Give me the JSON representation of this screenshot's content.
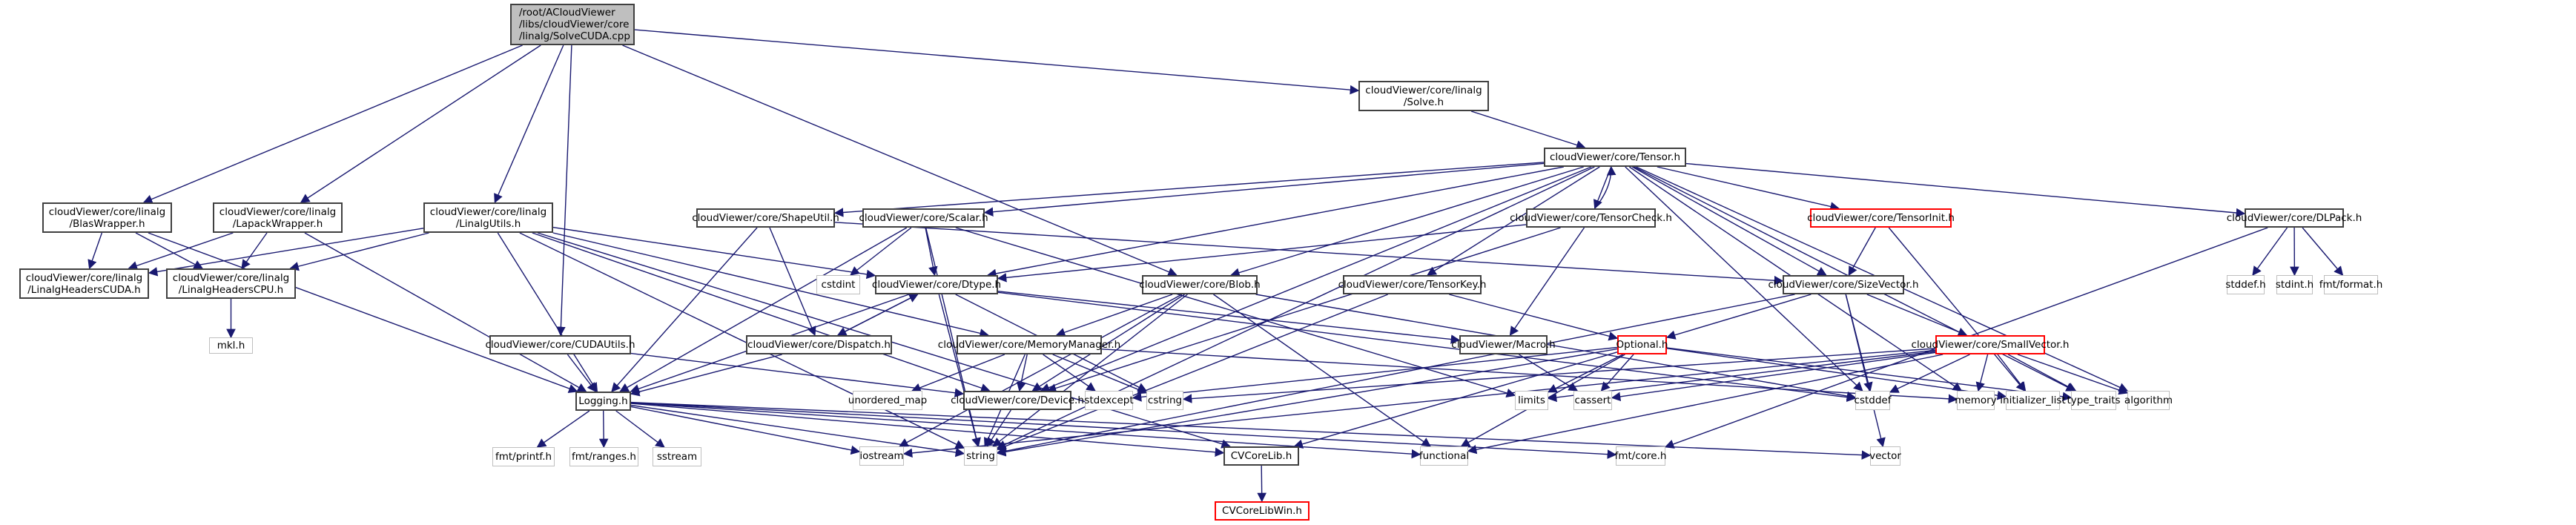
{
  "title": "Include dependency graph for SolveCUDA.cpp",
  "colors": {
    "edge": "#191970",
    "root_fill": "#bfbfbf",
    "node_border": "#404040",
    "external_border": "#bfbfbf",
    "truncated_border": "#ff0000"
  },
  "nodes": [
    {
      "id": "root",
      "label": "/root/ACloudViewer\n/libs/cloudViewer/core\n/linalg/SolveCUDA.cpp",
      "kind": "root"
    },
    {
      "id": "solve",
      "label": "cloudViewer/core/linalg\n/Solve.h",
      "kind": "normal"
    },
    {
      "id": "tensor",
      "label": "cloudViewer/core/Tensor.h",
      "kind": "normal"
    },
    {
      "id": "blas",
      "label": "cloudViewer/core/linalg\n/BlasWrapper.h",
      "kind": "normal"
    },
    {
      "id": "lapack",
      "label": "cloudViewer/core/linalg\n/LapackWrapper.h",
      "kind": "normal"
    },
    {
      "id": "linalgutils",
      "label": "cloudViewer/core/linalg\n/LinalgUtils.h",
      "kind": "normal"
    },
    {
      "id": "cuda",
      "label": "cloudViewer/core/linalg\n/LinalgHeadersCUDA.h",
      "kind": "normal"
    },
    {
      "id": "cpu",
      "label": "cloudViewer/core/linalg\n/LinalgHeadersCPU.h",
      "kind": "normal"
    },
    {
      "id": "mkl",
      "label": "mkl.h",
      "kind": "external"
    },
    {
      "id": "shapeutil",
      "label": "cloudViewer/core/ShapeUtil.h",
      "kind": "normal"
    },
    {
      "id": "scalar",
      "label": "cloudViewer/core/Scalar.h",
      "kind": "normal"
    },
    {
      "id": "tensorcheck",
      "label": "cloudViewer/core/TensorCheck.h",
      "kind": "normal"
    },
    {
      "id": "tensorinit",
      "label": "cloudViewer/core/TensorInit.h",
      "kind": "truncated"
    },
    {
      "id": "dlpack",
      "label": "cloudViewer/core/DLPack.h",
      "kind": "normal"
    },
    {
      "id": "cstdint",
      "label": "cstdint",
      "kind": "external"
    },
    {
      "id": "dtype",
      "label": "cloudViewer/core/Dtype.h",
      "kind": "normal"
    },
    {
      "id": "blob",
      "label": "cloudViewer/core/Blob.h",
      "kind": "normal"
    },
    {
      "id": "tensorkey",
      "label": "cloudViewer/core/TensorKey.h",
      "kind": "normal"
    },
    {
      "id": "sizevector",
      "label": "cloudViewer/core/SizeVector.h",
      "kind": "normal"
    },
    {
      "id": "stddef",
      "label": "stddef.h",
      "kind": "external"
    },
    {
      "id": "stdint",
      "label": "stdint.h",
      "kind": "external"
    },
    {
      "id": "fmtformat",
      "label": "fmt/format.h",
      "kind": "external"
    },
    {
      "id": "cudautils",
      "label": "cloudViewer/core/CUDAUtils.h",
      "kind": "normal"
    },
    {
      "id": "dispatch",
      "label": "cloudViewer/core/Dispatch.h",
      "kind": "normal"
    },
    {
      "id": "memmgr",
      "label": "cloudViewer/core/MemoryManager.h",
      "kind": "normal"
    },
    {
      "id": "macro",
      "label": "cloudViewer/Macro.h",
      "kind": "normal"
    },
    {
      "id": "optional",
      "label": "Optional.h",
      "kind": "truncated"
    },
    {
      "id": "smallvector",
      "label": "cloudViewer/core/SmallVector.h",
      "kind": "truncated"
    },
    {
      "id": "logging",
      "label": "Logging.h",
      "kind": "normal"
    },
    {
      "id": "unordered_map",
      "label": "unordered_map",
      "kind": "external"
    },
    {
      "id": "device",
      "label": "cloudViewer/core/Device.h",
      "kind": "normal"
    },
    {
      "id": "stdexcept",
      "label": "stdexcept",
      "kind": "external"
    },
    {
      "id": "cstring",
      "label": "cstring",
      "kind": "external"
    },
    {
      "id": "limits",
      "label": "limits",
      "kind": "external"
    },
    {
      "id": "cassert",
      "label": "cassert",
      "kind": "external"
    },
    {
      "id": "cstddef",
      "label": "cstddef",
      "kind": "external"
    },
    {
      "id": "memory",
      "label": "memory",
      "kind": "external"
    },
    {
      "id": "initializer_list",
      "label": "initializer_list",
      "kind": "external"
    },
    {
      "id": "type_traits",
      "label": "type_traits",
      "kind": "external"
    },
    {
      "id": "algorithm",
      "label": "algorithm",
      "kind": "external"
    },
    {
      "id": "fmtprintf",
      "label": "fmt/printf.h",
      "kind": "external"
    },
    {
      "id": "fmtranges",
      "label": "fmt/ranges.h",
      "kind": "external"
    },
    {
      "id": "sstream",
      "label": "sstream",
      "kind": "external"
    },
    {
      "id": "iostream",
      "label": "iostream",
      "kind": "external"
    },
    {
      "id": "string",
      "label": "string",
      "kind": "external"
    },
    {
      "id": "cvcorelib",
      "label": "CVCoreLib.h",
      "kind": "normal"
    },
    {
      "id": "functional",
      "label": "functional",
      "kind": "external"
    },
    {
      "id": "fmtcore",
      "label": "fmt/core.h",
      "kind": "external"
    },
    {
      "id": "vector",
      "label": "vector",
      "kind": "external"
    },
    {
      "id": "cvcorelibwin",
      "label": "CVCoreLibWin.h",
      "kind": "truncated"
    }
  ],
  "edges": [
    [
      "root",
      "solve"
    ],
    [
      "root",
      "blas"
    ],
    [
      "root",
      "lapack"
    ],
    [
      "root",
      "linalgutils"
    ],
    [
      "root",
      "cudautils"
    ],
    [
      "root",
      "blob"
    ],
    [
      "solve",
      "tensor"
    ],
    [
      "blas",
      "cuda"
    ],
    [
      "blas",
      "cpu"
    ],
    [
      "blas",
      "logging"
    ],
    [
      "lapack",
      "cuda"
    ],
    [
      "lapack",
      "cpu"
    ],
    [
      "lapack",
      "logging"
    ],
    [
      "linalgutils",
      "cuda"
    ],
    [
      "linalgutils",
      "cpu"
    ],
    [
      "linalgutils",
      "dtype"
    ],
    [
      "linalgutils",
      "memmgr"
    ],
    [
      "linalgutils",
      "logging"
    ],
    [
      "linalgutils",
      "device"
    ],
    [
      "linalgutils",
      "string"
    ],
    [
      "linalgutils",
      "cvcorelib"
    ],
    [
      "cpu",
      "mkl"
    ],
    [
      "tensor",
      "shapeutil"
    ],
    [
      "tensor",
      "scalar"
    ],
    [
      "tensor",
      "tensorcheck"
    ],
    [
      "tensor",
      "tensorinit"
    ],
    [
      "tensor",
      "dlpack"
    ],
    [
      "tensor",
      "dtype"
    ],
    [
      "tensor",
      "blob"
    ],
    [
      "tensor",
      "tensorkey"
    ],
    [
      "tensor",
      "sizevector"
    ],
    [
      "tensor",
      "device"
    ],
    [
      "tensor",
      "string"
    ],
    [
      "tensor",
      "cstddef"
    ],
    [
      "tensor",
      "type_traits"
    ],
    [
      "tensor",
      "algorithm"
    ],
    [
      "tensor",
      "memory"
    ],
    [
      "tensorcheck",
      "tensor"
    ],
    [
      "tensorcheck",
      "dtype"
    ],
    [
      "tensorcheck",
      "macro"
    ],
    [
      "tensorcheck",
      "device"
    ],
    [
      "tensorinit",
      "sizevector"
    ],
    [
      "tensorinit",
      "initializer_list"
    ],
    [
      "dlpack",
      "stddef"
    ],
    [
      "dlpack",
      "stdint"
    ],
    [
      "dlpack",
      "fmtformat"
    ],
    [
      "dlpack",
      "fmtcore"
    ],
    [
      "shapeutil",
      "sizevector"
    ],
    [
      "shapeutil",
      "dispatch"
    ],
    [
      "shapeutil",
      "logging"
    ],
    [
      "scalar",
      "cstdint"
    ],
    [
      "scalar",
      "dtype"
    ],
    [
      "scalar",
      "logging"
    ],
    [
      "scalar",
      "limits"
    ],
    [
      "scalar",
      "string"
    ],
    [
      "dtype",
      "dispatch"
    ],
    [
      "dtype",
      "logging"
    ],
    [
      "dtype",
      "string"
    ],
    [
      "dtype",
      "cstring"
    ],
    [
      "dtype",
      "macro"
    ],
    [
      "dtype",
      "cstddef"
    ],
    [
      "dispatch",
      "dtype"
    ],
    [
      "dispatch",
      "logging"
    ],
    [
      "blob",
      "memmgr"
    ],
    [
      "blob",
      "device"
    ],
    [
      "blob",
      "functional"
    ],
    [
      "blob",
      "string"
    ],
    [
      "blob",
      "iostream"
    ],
    [
      "blob",
      "cstddef"
    ],
    [
      "tensorkey",
      "optional"
    ],
    [
      "tensorkey",
      "string"
    ],
    [
      "sizevector",
      "optional"
    ],
    [
      "sizevector",
      "smallvector"
    ],
    [
      "sizevector",
      "cstddef"
    ],
    [
      "sizevector",
      "vector"
    ],
    [
      "sizevector",
      "string"
    ],
    [
      "cudautils",
      "logging"
    ],
    [
      "cudautils",
      "device"
    ],
    [
      "memmgr",
      "device"
    ],
    [
      "memmgr",
      "unordered_map"
    ],
    [
      "memmgr",
      "stdexcept"
    ],
    [
      "memmgr",
      "cstring"
    ],
    [
      "memmgr",
      "string"
    ],
    [
      "memmgr",
      "memory"
    ],
    [
      "macro",
      "cassert"
    ],
    [
      "optional",
      "cassert"
    ],
    [
      "optional",
      "limits"
    ],
    [
      "optional",
      "functional"
    ],
    [
      "optional",
      "string"
    ],
    [
      "optional",
      "stdexcept"
    ],
    [
      "optional",
      "initializer_list"
    ],
    [
      "optional",
      "type_traits"
    ],
    [
      "optional",
      "cvcorelib"
    ],
    [
      "smallvector",
      "cstddef"
    ],
    [
      "smallvector",
      "memory"
    ],
    [
      "smallvector",
      "initializer_list"
    ],
    [
      "smallvector",
      "type_traits"
    ],
    [
      "smallvector",
      "algorithm"
    ],
    [
      "smallvector",
      "cstring"
    ],
    [
      "smallvector",
      "cassert"
    ],
    [
      "smallvector",
      "limits"
    ],
    [
      "smallvector",
      "functional"
    ],
    [
      "smallvector",
      "iostream"
    ],
    [
      "logging",
      "fmtprintf"
    ],
    [
      "logging",
      "fmtranges"
    ],
    [
      "logging",
      "sstream"
    ],
    [
      "logging",
      "iostream"
    ],
    [
      "logging",
      "string"
    ],
    [
      "logging",
      "cvcorelib"
    ],
    [
      "logging",
      "functional"
    ],
    [
      "logging",
      "fmtcore"
    ],
    [
      "logging",
      "vector"
    ],
    [
      "device",
      "string"
    ],
    [
      "cvcorelib",
      "cvcorelibwin"
    ]
  ]
}
